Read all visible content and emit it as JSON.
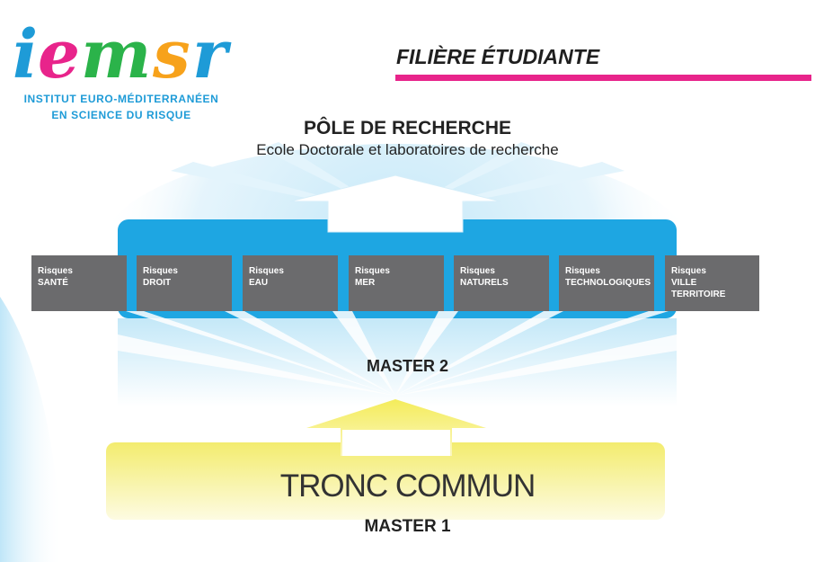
{
  "logo": {
    "letters": [
      "i",
      "e",
      "m",
      "s",
      "r"
    ],
    "line1": "INSTITUT EURO-MÉDITERRANÉEN",
    "line2": "EN SCIENCE DU RISQUE",
    "colors": [
      "#1e9bd7",
      "#e8248b",
      "#2bb34a",
      "#f7a21b",
      "#1e9bd7"
    ]
  },
  "header": {
    "title": "FILIÈRE ÉTUDIANTE",
    "accent": "#e8248b"
  },
  "pole": {
    "title": "PÔLE DE RECHERCHE",
    "subtitle": "Ecole Doctorale et laboratoires de recherche"
  },
  "domains": [
    {
      "line1": "Risques",
      "line2": "SANTÉ",
      "line3": ""
    },
    {
      "line1": "Risques",
      "line2": "DROIT",
      "line3": ""
    },
    {
      "line1": "Risques",
      "line2": "EAU",
      "line3": ""
    },
    {
      "line1": "Risques",
      "line2": "MER",
      "line3": ""
    },
    {
      "line1": "Risques",
      "line2": "NATURELS",
      "line3": ""
    },
    {
      "line1": "Risques",
      "line2": "TECHNOLOGIQUES",
      "line3": ""
    },
    {
      "line1": "Risques",
      "line2": "VILLE",
      "line3": "TERRITOIRE"
    }
  ],
  "master2": "MASTER 2",
  "tronc": "TRONC COMMUN",
  "master1": "MASTER 1",
  "colors": {
    "blue_band": "#1ea6e2",
    "domain_gray": "#6b6b6d",
    "yellow_band": "#f6f08c"
  }
}
